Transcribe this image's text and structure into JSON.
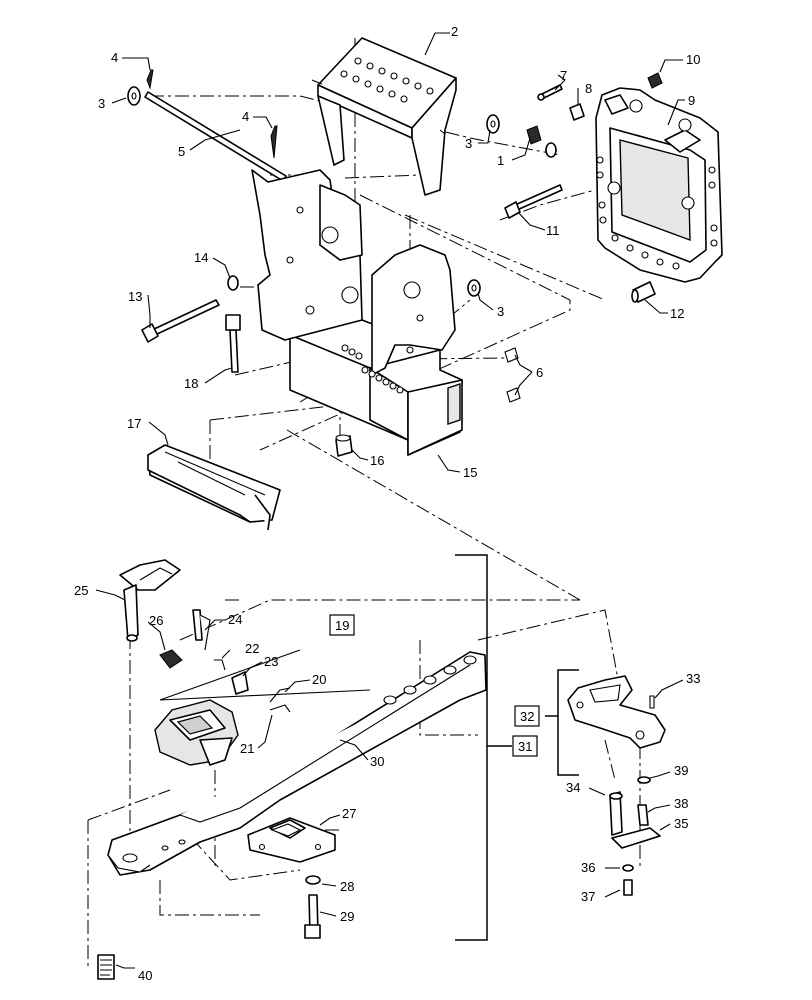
{
  "callouts": {
    "c1": "1",
    "c2": "2",
    "c3a": "3",
    "c3b": "3",
    "c3c": "3",
    "c4a": "4",
    "c4b": "4",
    "c5": "5",
    "c6": "6",
    "c7": "7",
    "c8": "8",
    "c9": "9",
    "c10": "10",
    "c11": "11",
    "c12": "12",
    "c13": "13",
    "c14": "14",
    "c15": "15",
    "c16": "16",
    "c17": "17",
    "c18": "18",
    "c20": "20",
    "c21": "21",
    "c22": "22",
    "c23": "23",
    "c24": "24",
    "c25": "25",
    "c26": "26",
    "c27": "27",
    "c28": "28",
    "c29": "29",
    "c30": "30",
    "c33": "33",
    "c34": "34",
    "c35": "35",
    "c36": "36",
    "c37": "37",
    "c38": "38",
    "c39": "39",
    "c40": "40"
  },
  "boxed_callouts": {
    "b19": "19",
    "b31": "31",
    "b32": "32"
  }
}
